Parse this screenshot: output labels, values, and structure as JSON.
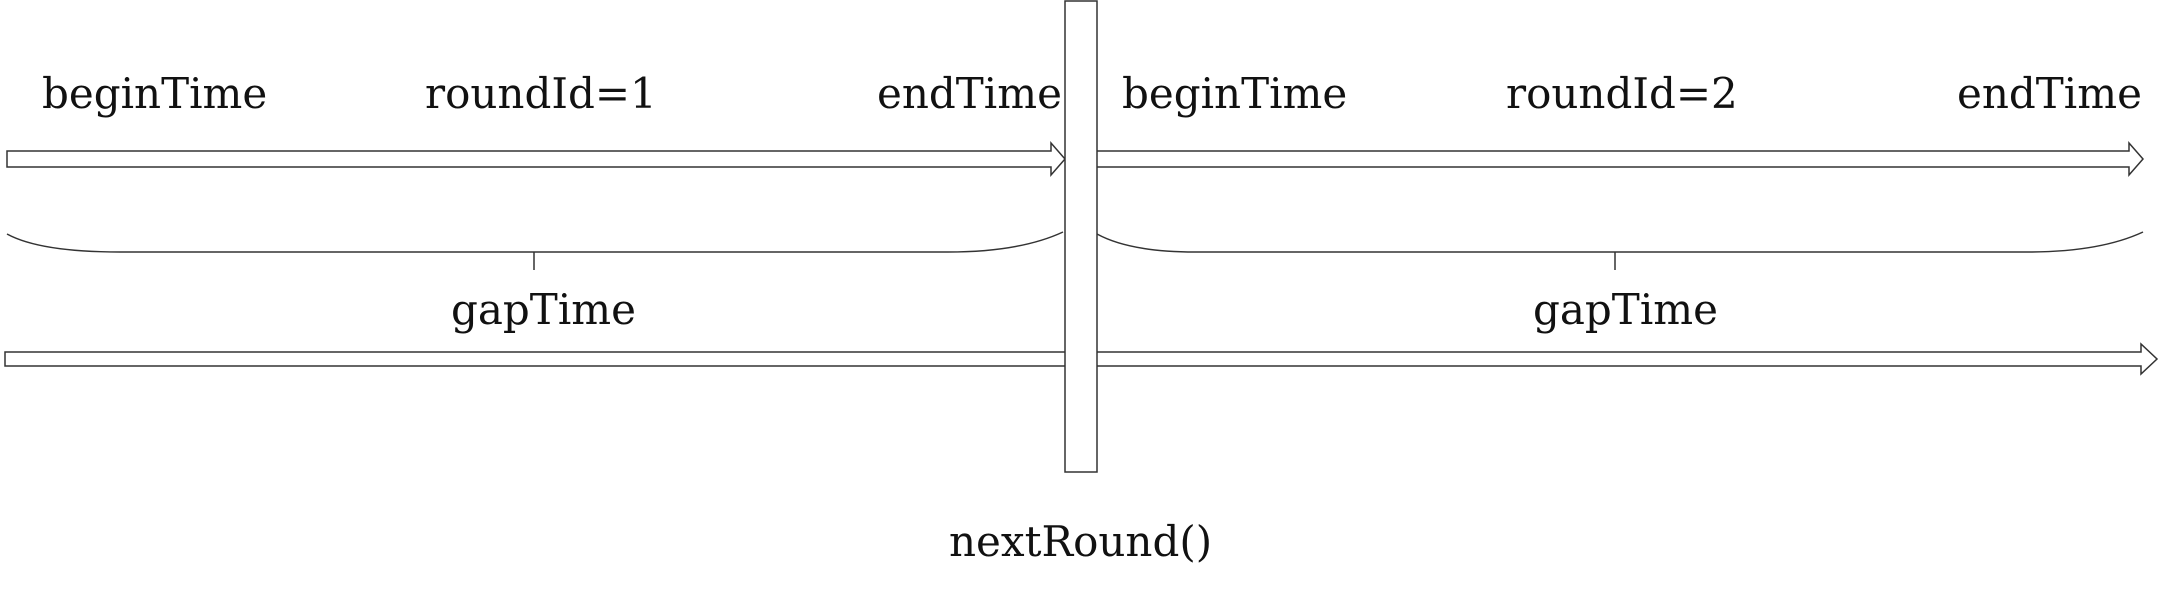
{
  "rounds": [
    {
      "begin_label": "beginTime",
      "round_label": "roundId=1",
      "end_label": "endTime",
      "gap_label": "gapTime"
    },
    {
      "begin_label": "beginTime",
      "round_label": "roundId=2",
      "end_label": "endTime",
      "gap_label": "gapTime"
    }
  ],
  "divider_label": "nextRound()"
}
